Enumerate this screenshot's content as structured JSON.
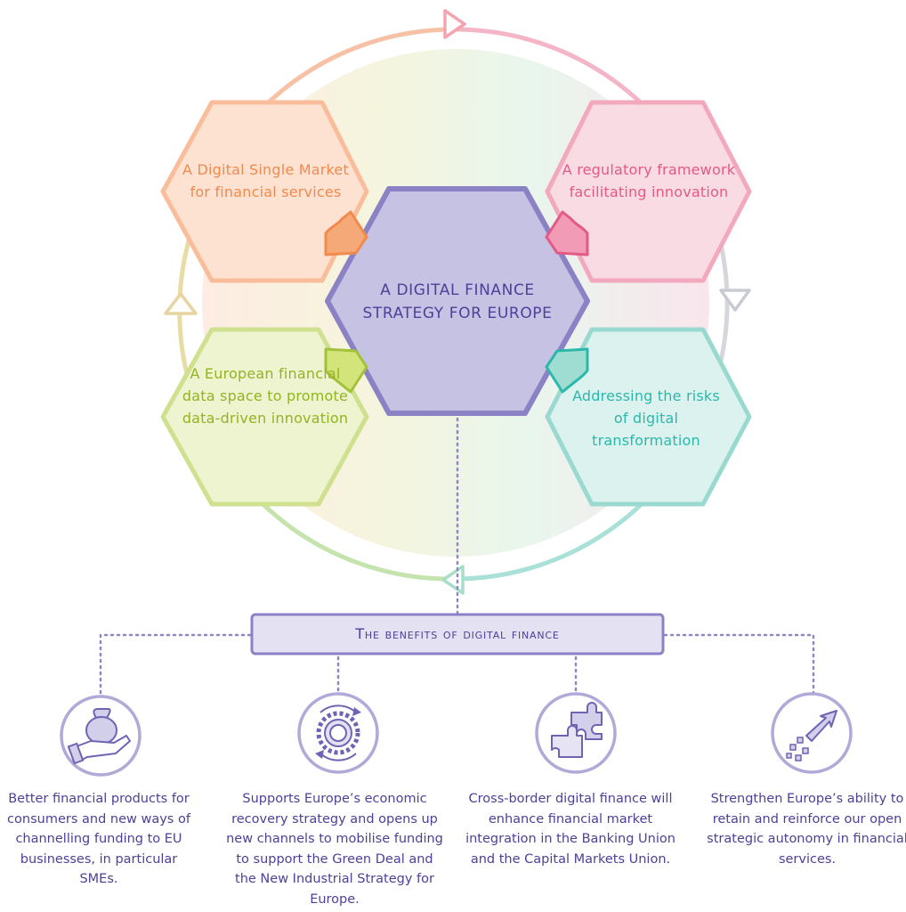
{
  "center": {
    "title": "A DIGITAL FINANCE STRATEGY FOR EUROPE"
  },
  "pillars": {
    "digital_single_market": "A Digital Single Market for financial services",
    "regulatory_framework": "A regulatory framework facilitating innovation",
    "data_space": "A European financial data space to promote data-driven innovation",
    "risks": "Addressing the risks of digital transformation"
  },
  "benefits": {
    "title": "The benefits of digital finance",
    "items": [
      {
        "icon": "money-bag-in-hand-icon",
        "text": "Better financial products for consumers and new ways of channelling funding to EU businesses, in particular SMEs."
      },
      {
        "icon": "gear-cycle-icon",
        "text": "Supports Europe’s economic recovery strategy and opens up new channels to mobilise funding to support the Green Deal and the New Industrial Strategy for Europe."
      },
      {
        "icon": "puzzle-pieces-icon",
        "text": "Cross-border digital finance will enhance financial market integration in the Banking Union and the Capital Markets Union."
      },
      {
        "icon": "growth-arrow-icon",
        "text": "Strengthen Europe’s ability to retain and reinforce our open strategic autonomy in financial services."
      }
    ]
  },
  "colors": {
    "orange": "#f18a4d",
    "pink": "#e35a86",
    "green": "#93b421",
    "teal": "#2bb8ab",
    "purple": "#4e3f98"
  }
}
